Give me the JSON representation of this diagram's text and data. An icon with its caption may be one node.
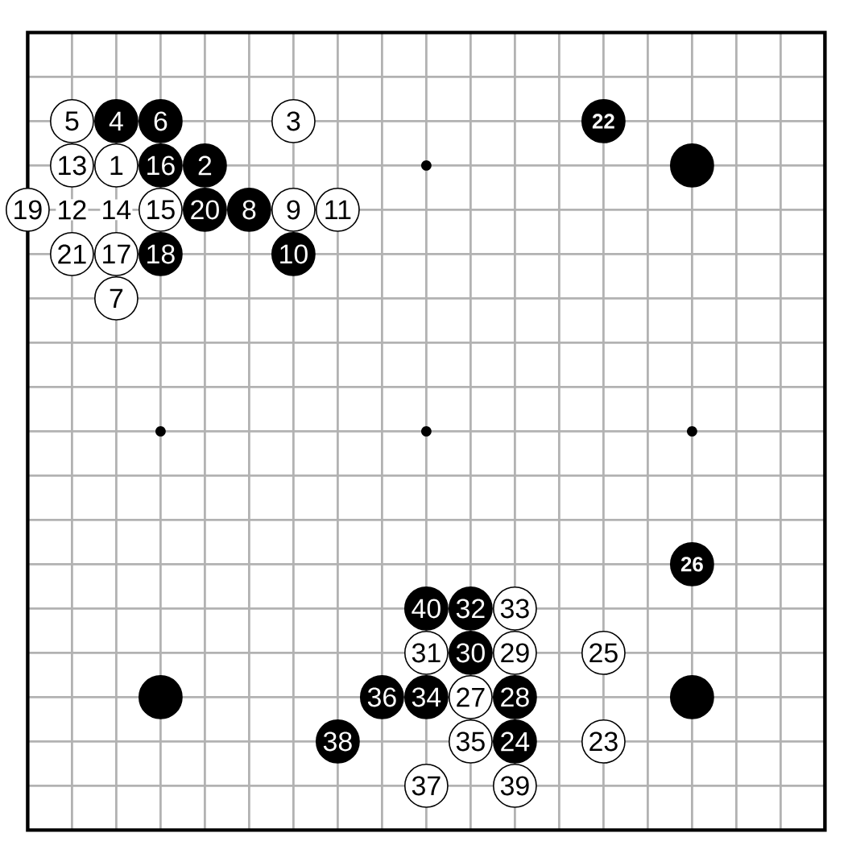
{
  "diagram": {
    "nodes": [
      {
        "text": [
          "5"
        ]
      },
      {
        "text": [
          "4"
        ]
      },
      {
        "text": [
          "6"
        ]
      },
      {
        "text": [
          "3"
        ]
      },
      {
        "text": [
          "22"
        ]
      },
      {
        "text": [
          "13"
        ]
      },
      {
        "text": [
          "1"
        ]
      },
      {
        "text": [
          "16"
        ]
      },
      {
        "text": [
          "2"
        ]
      },
      {
        "text": [],
        "shape": "circle"
      },
      {
        "text": [
          "19"
        ]
      },
      {
        "text": [
          "15"
        ]
      },
      {
        "text": [
          "20"
        ]
      },
      {
        "text": [
          "8"
        ]
      },
      {
        "text": [
          "9"
        ]
      },
      {
        "text": [
          "11"
        ]
      },
      {
        "text": [
          "21"
        ]
      },
      {
        "text": [
          "17"
        ]
      },
      {
        "text": [
          "18"
        ]
      },
      {
        "text": [
          "10"
        ]
      },
      {
        "text": [
          "7"
        ]
      },
      {
        "text": [
          "26"
        ]
      },
      {
        "text": [
          "40"
        ]
      },
      {
        "text": [
          "32"
        ]
      },
      {
        "text": [
          "33"
        ]
      },
      {
        "text": [
          "31"
        ]
      },
      {
        "text": [
          "30"
        ]
      },
      {
        "text": [
          "29"
        ]
      },
      {
        "text": [
          "25"
        ]
      },
      {
        "text": [],
        "shape": "circle"
      },
      {
        "text": [
          "36"
        ]
      },
      {
        "text": [
          "34"
        ]
      },
      {
        "text": [
          "27"
        ]
      },
      {
        "text": [
          "28"
        ]
      },
      {
        "text": [],
        "shape": "circle"
      },
      {
        "text": [
          "38"
        ]
      },
      {
        "text": [
          "35"
        ]
      },
      {
        "text": [
          "24"
        ]
      },
      {
        "text": [
          "23"
        ]
      },
      {
        "text": [
          "37"
        ]
      },
      {
        "text": [
          "39"
        ]
      }
    ],
    "labels": [
      "12",
      "14"
    ]
  }
}
